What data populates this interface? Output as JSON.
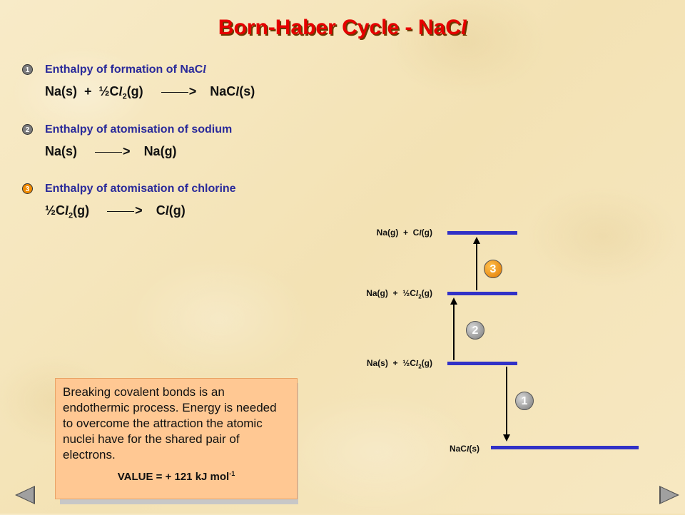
{
  "title": {
    "main": "Born-Haber Cycle - NaC",
    "italic": "l"
  },
  "steps": [
    {
      "number": "1",
      "heading": {
        "text": "Enthalpy of formation of NaC",
        "italic": "l"
      },
      "equation": {
        "reactant": "Na(s)  +  ½C",
        "reactant_italic": "l",
        "reactant_sub": "2",
        "reactant_tail": "(g)",
        "arrow": ">",
        "product": "NaC",
        "product_italic": "l",
        "product_tail": "(s)"
      }
    },
    {
      "number": "2",
      "heading": {
        "text": "Enthalpy of atomisation of sodium"
      },
      "equation": {
        "reactant": "Na(s)",
        "arrow": ">",
        "product": "Na(g)"
      }
    },
    {
      "number": "3",
      "heading": {
        "text": "Enthalpy of atomisation of chlorine"
      },
      "equation": {
        "reactant": "½C",
        "reactant_italic": "l",
        "reactant_sub": "2",
        "reactant_tail": "(g)",
        "arrow": ">",
        "product": "C",
        "product_italic": "l",
        "product_tail": "(g)"
      }
    }
  ],
  "diagram": {
    "levels": [
      {
        "label": "Na(g)  +  C",
        "label_italic": "l",
        "label_tail": "(g)"
      },
      {
        "label": "Na(g)  +  ½C",
        "label_italic": "l",
        "label_sub": "2",
        "label_tail": "(g)"
      },
      {
        "label": "Na(s)  +  ½C",
        "label_italic": "l",
        "label_sub": "2",
        "label_tail": "(g)"
      },
      {
        "label": "NaC",
        "label_italic": "l",
        "label_tail": "(s)"
      }
    ],
    "badges": [
      "3",
      "2",
      "1"
    ],
    "colors": {
      "level": "#3131c7",
      "arrow": "#000000",
      "badge_highlight": "#f08a00"
    }
  },
  "info": {
    "text": "Breaking covalent bonds is an endothermic process. Energy is needed to overcome the attraction the atomic nuclei have for the shared pair of electrons.",
    "value_prefix": "VALUE = + 121 kJ mol",
    "value_sup": "-1"
  },
  "navigation": {
    "prev_icon": "left-triangle-icon",
    "next_icon": "right-triangle-icon"
  }
}
